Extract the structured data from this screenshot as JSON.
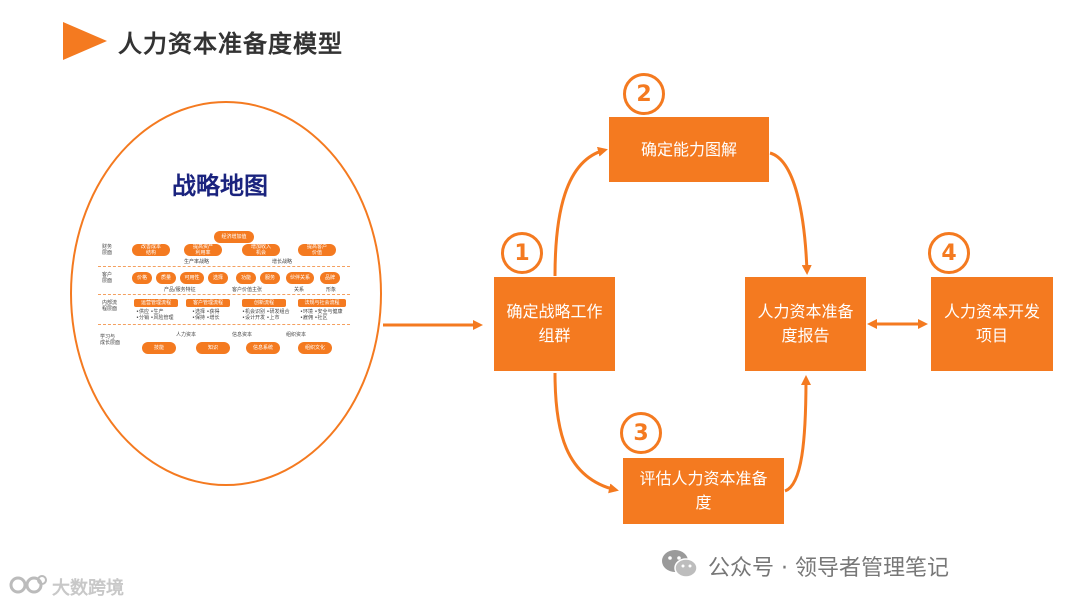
{
  "title": "人力资本准备度模型",
  "map": {
    "title": "战略地图",
    "top_pill": "经济增加值",
    "rows": [
      {
        "label": "财务\n层面",
        "pills": [
          "改善成本\n结构",
          "提高资产\n利用率",
          "增加收入\n机会",
          "提高客户\n价值"
        ],
        "sublabels": [
          "生产率战略",
          "增长战略"
        ]
      },
      {
        "label": "客户\n层面",
        "pills": [
          "价格",
          "质量",
          "可用性",
          "选择",
          "功能",
          "服务",
          "伙伴关系",
          "品牌"
        ],
        "sublabels": [
          "产品/服务特征",
          "客户价值主张",
          "关系",
          "形象"
        ]
      },
      {
        "label": "内部流\n程层面",
        "pills": [
          "运营管理流程",
          "客户管理流程",
          "创新流程",
          "法规与社会流程"
        ],
        "sublabels": [
          "•供应 •生产\n•分销 •风险管理",
          "•选择 •获得\n•保持 •增长",
          "•机会识别 •研发组合\n•设计开发 •上市",
          "•环境 •安全与健康\n•雇佣 •社区"
        ]
      },
      {
        "label": "学习与\n成长层面",
        "pills": [
          "技能",
          "知识",
          "信息系统",
          "组织文化"
        ],
        "sublabels": [
          "人力资本",
          "信息资本",
          "组织资本"
        ]
      }
    ]
  },
  "nodes": {
    "n1": "确定战略工作组群",
    "n2": "确定能力图解",
    "n3": "评估人力资本准备度",
    "n4": "人力资本准备度报告",
    "n5": "人力资本开发项目"
  },
  "numbers": [
    "1",
    "2",
    "3",
    "4"
  ],
  "watermarks": {
    "right": "公众号 · 领导者管理笔记",
    "left": "大数跨境"
  },
  "colors": {
    "accent": "#F47A20",
    "navy": "#1A237E"
  }
}
